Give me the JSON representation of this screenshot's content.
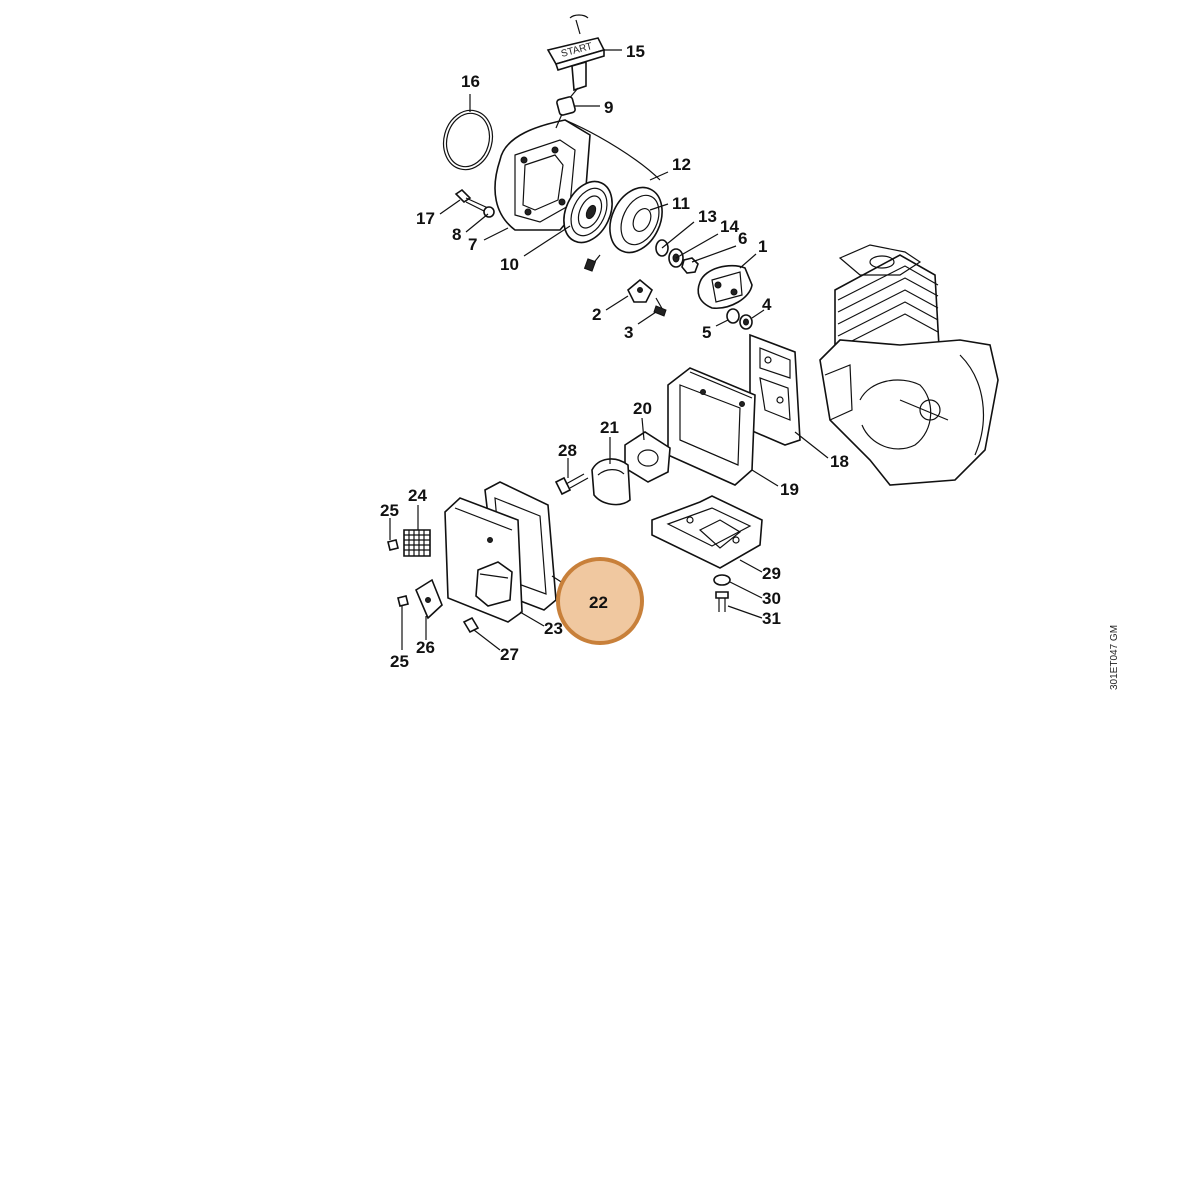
{
  "diagram": {
    "drawing_code": "301ET047 GM",
    "starter_grip_text": "START",
    "highlighted_part": "22",
    "highlight_color": "#f0c8a0",
    "highlight_ring_color": "#c8803a",
    "part_labels": [
      "1",
      "2",
      "3",
      "4",
      "5",
      "6",
      "7",
      "8",
      "9",
      "10",
      "11",
      "12",
      "13",
      "14",
      "15",
      "16",
      "17",
      "18",
      "19",
      "20",
      "21",
      "22",
      "23",
      "24",
      "25",
      "25",
      "26",
      "27",
      "28",
      "29",
      "30",
      "31"
    ]
  }
}
